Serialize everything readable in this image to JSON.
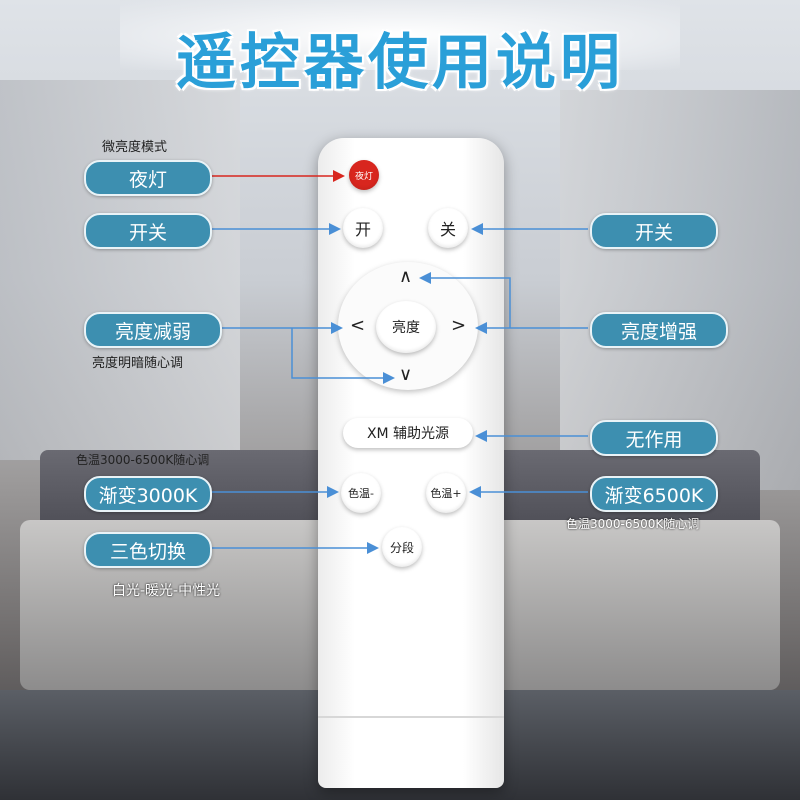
{
  "title": "遥控器使用说明",
  "remote": {
    "night_button": "夜灯",
    "on_button": "开",
    "off_button": "关",
    "center_button": "亮度",
    "arrows": {
      "up": "∧",
      "down": "∨",
      "left": "<",
      "right": ">"
    },
    "aux_button": "XM 辅助光源",
    "temp_minus_button": "色温-",
    "temp_plus_button": "色温+",
    "segment_button": "分段"
  },
  "labels": {
    "night_light": "夜灯",
    "power_left": "开关",
    "power_right": "开关",
    "brightness_down": "亮度减弱",
    "brightness_up": "亮度增强",
    "no_function": "无作用",
    "fade_3000k": "渐变3000K",
    "fade_6500k": "渐变6500K",
    "three_color": "三色切换"
  },
  "notes": {
    "micro_brightness": "微亮度模式",
    "brightness_adjust": "亮度明暗随心调",
    "temp_range_left": "色温3000-6500K随心调",
    "temp_range_right": "色温3000-6500K随心调",
    "color_modes": "白光-暖光-中性光"
  },
  "colors": {
    "title": "#2a9fd8",
    "label_bg": "#3d8fb0",
    "night_button": "#d8261e",
    "line_blue": "#4a8fd6",
    "line_red": "#d8261e"
  }
}
